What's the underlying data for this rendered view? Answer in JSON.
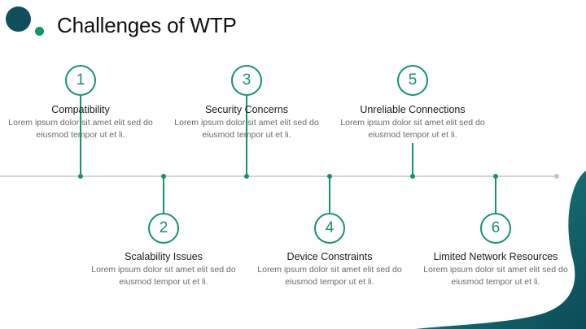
{
  "title": "Challenges of WTP",
  "steps": [
    {
      "number": "1",
      "label": "Compatibility",
      "desc": "Lorem ipsum dolor sit amet elit sed do eiusmod tempor ut et li."
    },
    {
      "number": "2",
      "label": "Scalability Issues",
      "desc": "Lorem ipsum dolor sit amet elit sed do eiusmod tempor ut et li."
    },
    {
      "number": "3",
      "label": "Security Concerns",
      "desc": "Lorem ipsum dolor sit amet elit sed do eiusmod tempor ut et li."
    },
    {
      "number": "4",
      "label": "Device Constraints",
      "desc": "Lorem ipsum dolor sit amet elit sed do eiusmod tempor ut et li."
    },
    {
      "number": "5",
      "label": "Unreliable Connections",
      "desc": "Lorem ipsum dolor sit amet elit sed do eiusmod tempor ut et li."
    },
    {
      "number": "6",
      "label": "Limited Network Resources",
      "desc": "Lorem ipsum dolor sit amet elit sed do eiusmod tempor ut et li."
    }
  ],
  "colors": {
    "accent": "#16936c",
    "dark_teal": "#0f4f5c",
    "timeline": "#d2d2d2"
  }
}
